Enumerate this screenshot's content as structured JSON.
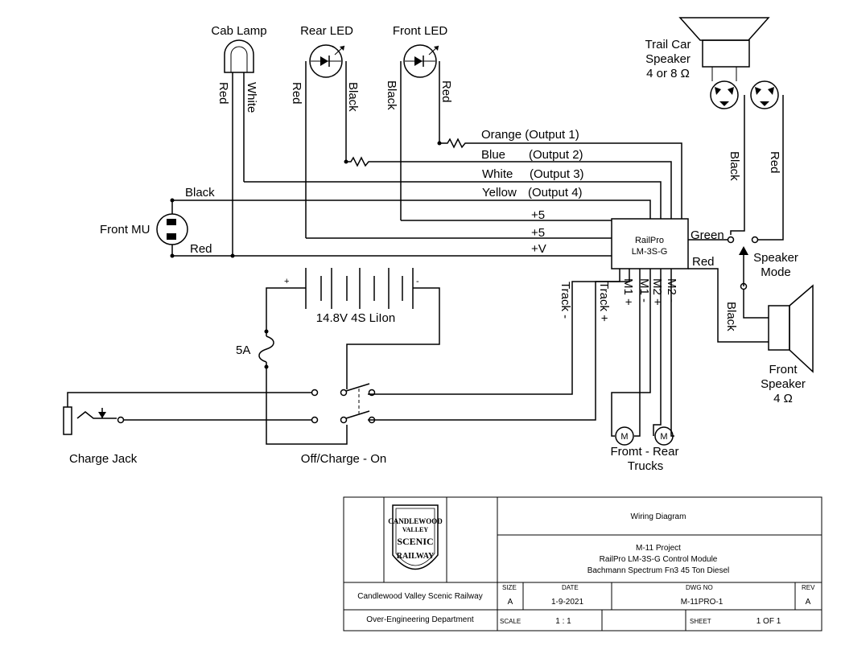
{
  "components": {
    "cab_lamp": "Cab Lamp",
    "rear_led": "Rear LED",
    "front_led": "Front LED",
    "trail_speaker_line1": "Trail Car",
    "trail_speaker_line2": "Speaker",
    "trail_speaker_line3": "4 or 8 Ω",
    "front_mu": "Front MU",
    "decoder_line1": "RailPro",
    "decoder_line2": "LM-3S-G",
    "battery": "14.8V 4S LiIon",
    "battery_plus": "+",
    "battery_minus": "-",
    "fuse": "5A",
    "charge_jack": "Charge Jack",
    "switch": "Off/Charge - On",
    "speaker_mode_line1": "Speaker",
    "speaker_mode_line2": "Mode",
    "front_speaker_line1": "Front",
    "front_speaker_line2": "Speaker",
    "front_speaker_line3": "4 Ω",
    "trucks_line1": "Fromt - Rear",
    "trucks_line2": "Trucks",
    "motor_glyph": "M"
  },
  "wires": {
    "red": "Red",
    "white": "White",
    "black": "Black",
    "green": "Green",
    "orange_output1": "Orange (Output 1)",
    "blue": "Blue",
    "output2": "(Output 2)",
    "white_label": "White",
    "output3": "(Output 3)",
    "yellow": "Yellow",
    "output4": "(Output 4)",
    "plus5": "+5",
    "plusv": "+V",
    "track_minus": "Track -",
    "track_plus": "Track +",
    "m1_plus": "M1 +",
    "m1_minus": "M1 -",
    "m2_plus": "M2 +",
    "m2_minus": "M2 -"
  },
  "title_block": {
    "logo_line1": "CANDLEWOOD",
    "logo_line2": "VALLEY",
    "logo_line3": "SCENIC",
    "logo_line4": "RAILWAY",
    "title": "Wiring Diagram",
    "project": "M-11 Project",
    "module": "RailPro LM-3S-G Control Module",
    "loco": "Bachmann Spectrum Fn3 45 Ton Diesel",
    "company": "Candlewood Valley Scenic Railway",
    "department": "Over-Engineering Department",
    "size_label": "SIZE",
    "size": "A",
    "date_label": "DATE",
    "date": "1-9-2021",
    "dwg_label": "DWG NO",
    "dwg": "M-11PRO-1",
    "rev_label": "REV",
    "rev": "A",
    "scale_label": "SCALE",
    "scale": "1 : 1",
    "sheet_label": "SHEET",
    "sheet": "1 OF 1"
  }
}
